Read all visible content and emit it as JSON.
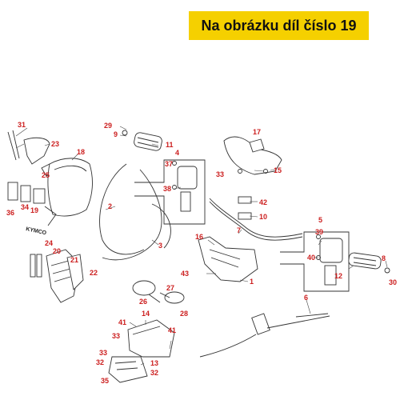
{
  "banner": {
    "text": "Na obrázku díl číslo 19",
    "background": "#f5d000"
  },
  "brand_mark": "KYMCO",
  "callouts": [
    "31",
    "23",
    "18",
    "25",
    "36",
    "34",
    "19",
    "24",
    "20",
    "21",
    "22",
    "29",
    "9",
    "11",
    "2",
    "4",
    "37",
    "38",
    "3",
    "26",
    "27",
    "28",
    "17",
    "33",
    "15",
    "42",
    "10",
    "7",
    "16",
    "43",
    "1",
    "5",
    "39",
    "40",
    "8",
    "12",
    "30",
    "6",
    "14",
    "41",
    "41",
    "33",
    "13",
    "32",
    "33",
    "32",
    "35"
  ],
  "colors": {
    "callout": "#cc1f1f",
    "line": "#333333"
  }
}
